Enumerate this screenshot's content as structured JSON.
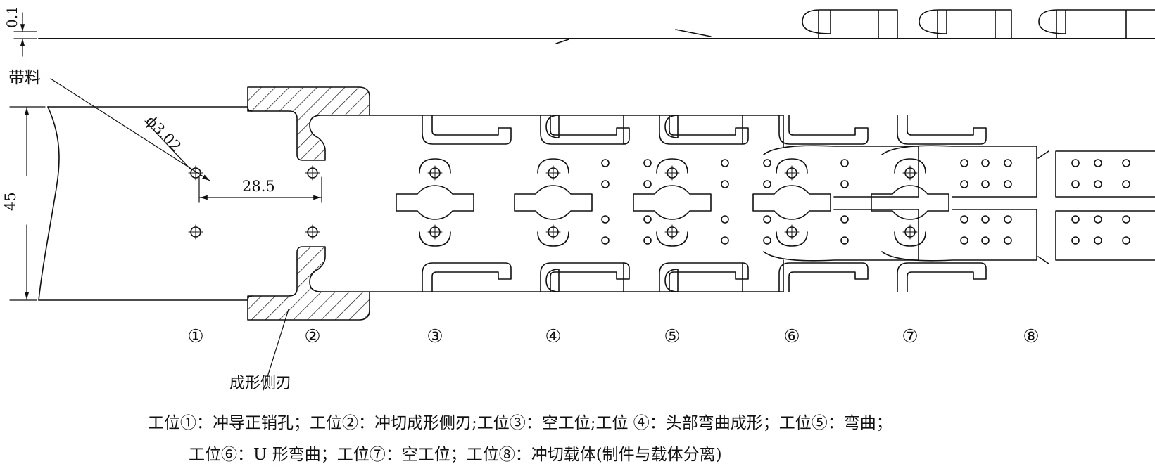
{
  "labels": {
    "thickness": "0.1",
    "strip": "带料",
    "hole_diameter": "ϕ3.02",
    "pitch": "28.5",
    "width": "45",
    "side_blade": "成形侧刃"
  },
  "stations": [
    "①",
    "②",
    "③",
    "④",
    "⑤",
    "⑥",
    "⑦",
    "⑧"
  ],
  "caption": {
    "line1": "工位①：冲导正销孔；工位②：冲切成形侧刃;工位③：空工位;工位 ④：头部弯曲成形；工位⑤：弯曲；",
    "line2": "工位⑥：U 形弯曲；工位⑦：空工位；工位⑧：冲切载体(制件与载体分离)"
  }
}
